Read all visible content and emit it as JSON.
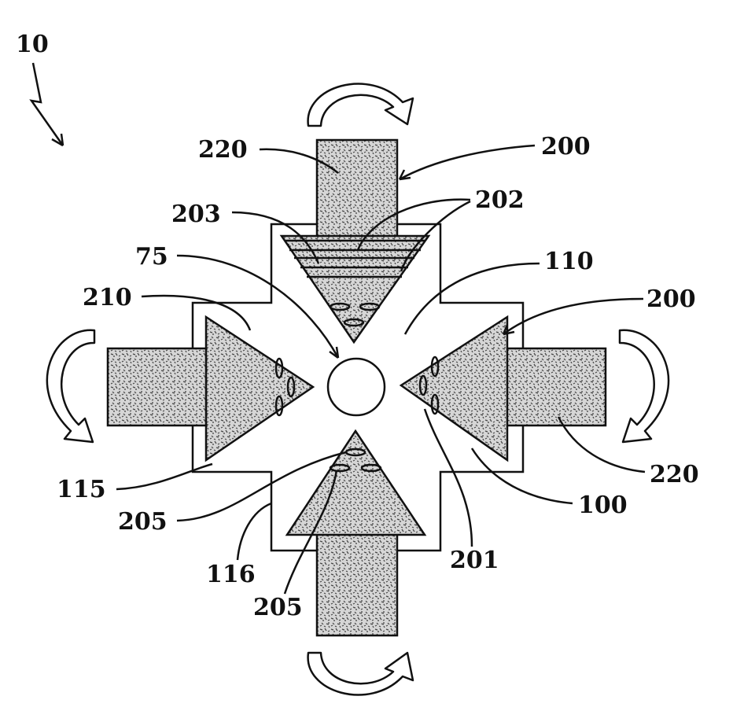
{
  "figure": {
    "reference_numeral": "10",
    "labels": {
      "top_feed": "220",
      "top_die": "200",
      "stripe_203": "203",
      "stripe_202": "202",
      "workpiece": "75",
      "cavity": "110",
      "left_die_face": "210",
      "right_die": "200",
      "housing_wall": "115",
      "insert_205_a": "205",
      "housing_corner": "116",
      "insert_205_b": "205",
      "insert_201": "201",
      "housing": "100",
      "right_feed": "220"
    }
  }
}
